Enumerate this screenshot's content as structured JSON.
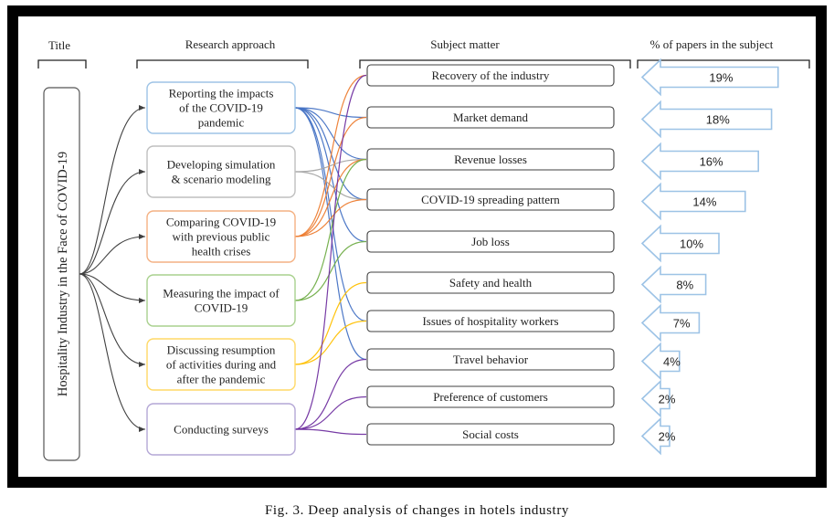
{
  "headers": {
    "title": "Title",
    "approach": "Research approach",
    "subject": "Subject matter",
    "percent": "% of papers in the subject"
  },
  "title_box": "Hospitality Industry in the Face of COVID-19",
  "approaches": [
    {
      "lines": [
        "Reporting the impacts",
        "of the COVID-19",
        "pandemic"
      ],
      "color": "#9dc3e6",
      "line_color": "#4472c4"
    },
    {
      "lines": [
        "Developing simulation",
        "& scenario modeling"
      ],
      "color": "#bfbfbf",
      "line_color": "#a5a5a5"
    },
    {
      "lines": [
        "Comparing COVID-19",
        "with previous public",
        "health crises"
      ],
      "color": "#f4b183",
      "line_color": "#ed7d31"
    },
    {
      "lines": [
        "Measuring the impact of",
        "COVID-19"
      ],
      "color": "#a9d18e",
      "line_color": "#70ad47"
    },
    {
      "lines": [
        "Discussing resumption",
        "of activities during and",
        "after the pandemic"
      ],
      "color": "#ffd966",
      "line_color": "#ffc000"
    },
    {
      "lines": [
        "Conducting surveys"
      ],
      "color": "#b4a7d6",
      "line_color": "#7030a0"
    }
  ],
  "subjects": [
    {
      "label": "Recovery of the industry",
      "percent": 19,
      "percent_label": "19%"
    },
    {
      "label": "Market demand",
      "percent": 18,
      "percent_label": "18%"
    },
    {
      "label": "Revenue losses",
      "percent": 16,
      "percent_label": "16%"
    },
    {
      "label": "COVID-19 spreading pattern",
      "percent": 14,
      "percent_label": "14%"
    },
    {
      "label": "Job loss",
      "percent": 10,
      "percent_label": "10%"
    },
    {
      "label": "Safety and health",
      "percent": 8,
      "percent_label": "8%"
    },
    {
      "label": "Issues of hospitality workers",
      "percent": 7,
      "percent_label": "7%"
    },
    {
      "label": "Travel behavior",
      "percent": 4,
      "percent_label": "4%"
    },
    {
      "label": "Preference of customers",
      "percent": 2,
      "percent_label": "2%"
    },
    {
      "label": "Social costs",
      "percent": 2,
      "percent_label": "2%"
    }
  ],
  "links": [
    {
      "from": 0,
      "to": [
        1,
        2,
        3,
        4,
        6,
        7
      ]
    },
    {
      "from": 1,
      "to": [
        2,
        3
      ]
    },
    {
      "from": 2,
      "to": [
        0,
        1,
        2,
        3
      ]
    },
    {
      "from": 3,
      "to": [
        2,
        4
      ]
    },
    {
      "from": 4,
      "to": [
        5,
        6
      ]
    },
    {
      "from": 5,
      "to": [
        0,
        7,
        8,
        9
      ]
    }
  ],
  "arrow_color": "#9dc3e6",
  "caption": "Fig. 3. Deep analysis of changes in hotels industry"
}
